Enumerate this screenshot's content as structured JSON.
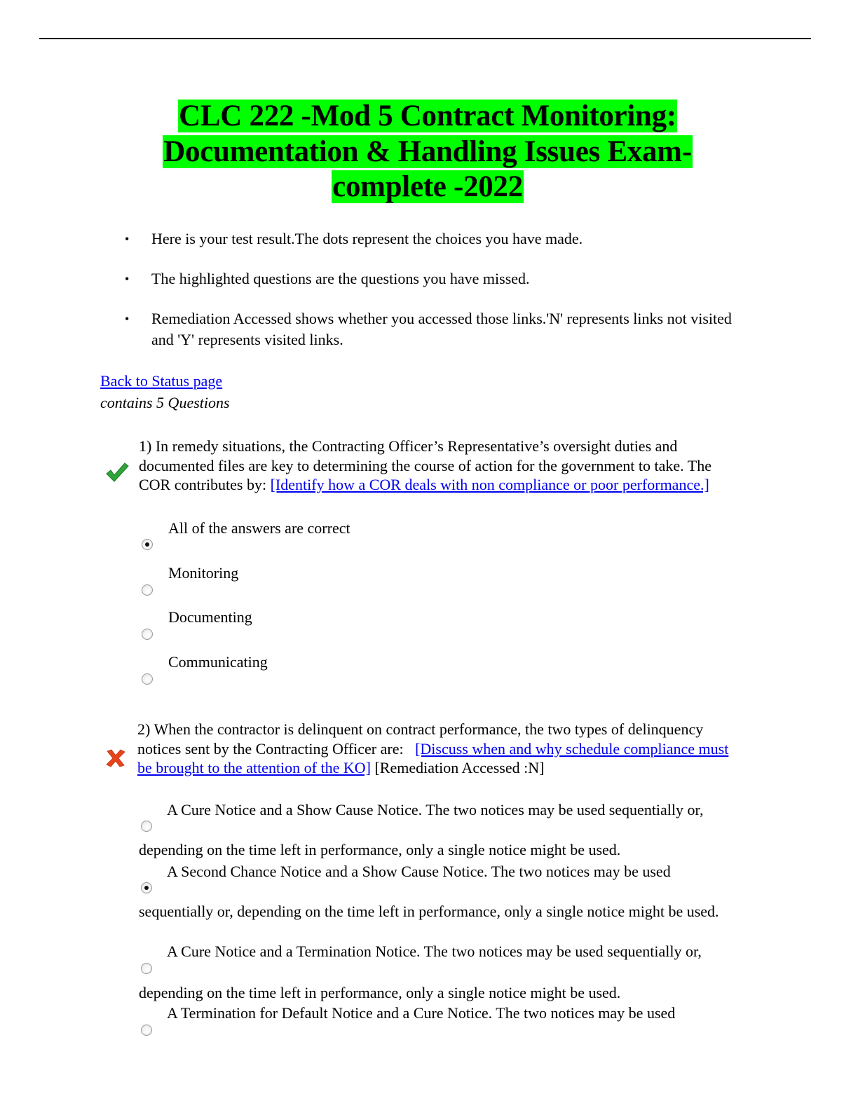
{
  "header": {
    "title_lines": [
      "CLC 222 -Mod 5 Contract Monitoring:",
      "Documentation & Handling Issues Exam-",
      "complete -2022"
    ],
    "highlight_color": "#00ff00"
  },
  "instructions": [
    "Here is your test result.The dots represent the choices you have made.",
    "The highlighted questions are the questions you have missed.",
    "Remediation Accessed shows whether you accessed those links.'N' represents links not visited and 'Y' represents visited links."
  ],
  "bullet_glyph": "•",
  "nav": {
    "back_link": "Back to Status page",
    "question_count": "contains 5 Questions"
  },
  "questions": [
    {
      "number": "1)",
      "status": "correct",
      "status_color": "#2ea53a",
      "text": "In remedy situations, the Contracting Officer’s Representative’s oversight duties and documented files are key to determining the course of action for the government to take. The COR contributes by:",
      "remediation_link": "[Identify how a COR deals with non compliance or poor performance.]",
      "remediation_status": "",
      "options": [
        {
          "label": "All of the answers are correct",
          "selected": true
        },
        {
          "label": "Monitoring",
          "selected": false
        },
        {
          "label": "Documenting",
          "selected": false
        },
        {
          "label": "Communicating",
          "selected": false
        }
      ]
    },
    {
      "number": "2)",
      "status": "incorrect",
      "status_color": "#e8431c",
      "text": "When the contractor is delinquent on contract performance, the two types of delinquency notices sent by the Contracting Officer are:",
      "remediation_link": "[Discuss when and why schedule compliance must be brought to the attention of the KO]",
      "remediation_status": "[Remediation Accessed :N]",
      "options": [
        {
          "label": "A Cure Notice and a Show Cause Notice. The two notices may be used sequentially or,",
          "continuation": "depending on the time left in performance, only a single notice might be used.",
          "selected": false
        },
        {
          "label": "A Second Chance Notice and a Show Cause Notice. The two notices may be used",
          "continuation": "sequentially or, depending on the time left in performance, only a single notice might be used.",
          "selected": true
        },
        {
          "label": "A Cure Notice and a Termination Notice. The two notices may be used sequentially or,",
          "continuation": "depending on the time left in performance, only a single notice might be used.",
          "selected": false
        },
        {
          "label": "A Termination for Default Notice and a Cure Notice. The two notices may be used",
          "continuation": "",
          "selected": false
        }
      ]
    }
  ]
}
